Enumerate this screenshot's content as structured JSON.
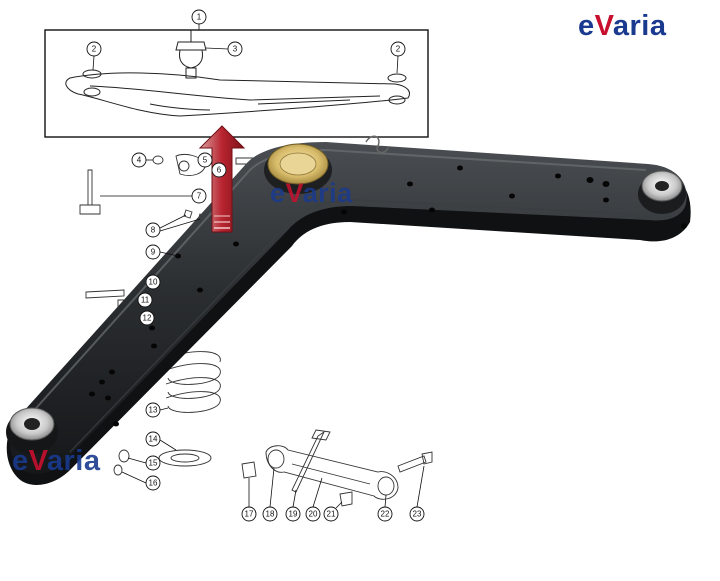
{
  "brand": {
    "logo_e": "e",
    "logo_v": "V",
    "logo_rest": "aria",
    "colors": {
      "blue": "#1a3a8f",
      "red": "#c8102e"
    }
  },
  "callouts": [
    "1",
    "2",
    "3",
    "2",
    "4",
    "5",
    "6",
    "7",
    "8",
    "9",
    "10",
    "11",
    "12",
    "13",
    "14",
    "15",
    "16",
    "17",
    "18",
    "19",
    "20",
    "21",
    "22",
    "23"
  ],
  "arrow": {
    "direction": "up",
    "color": "#b8242f"
  }
}
